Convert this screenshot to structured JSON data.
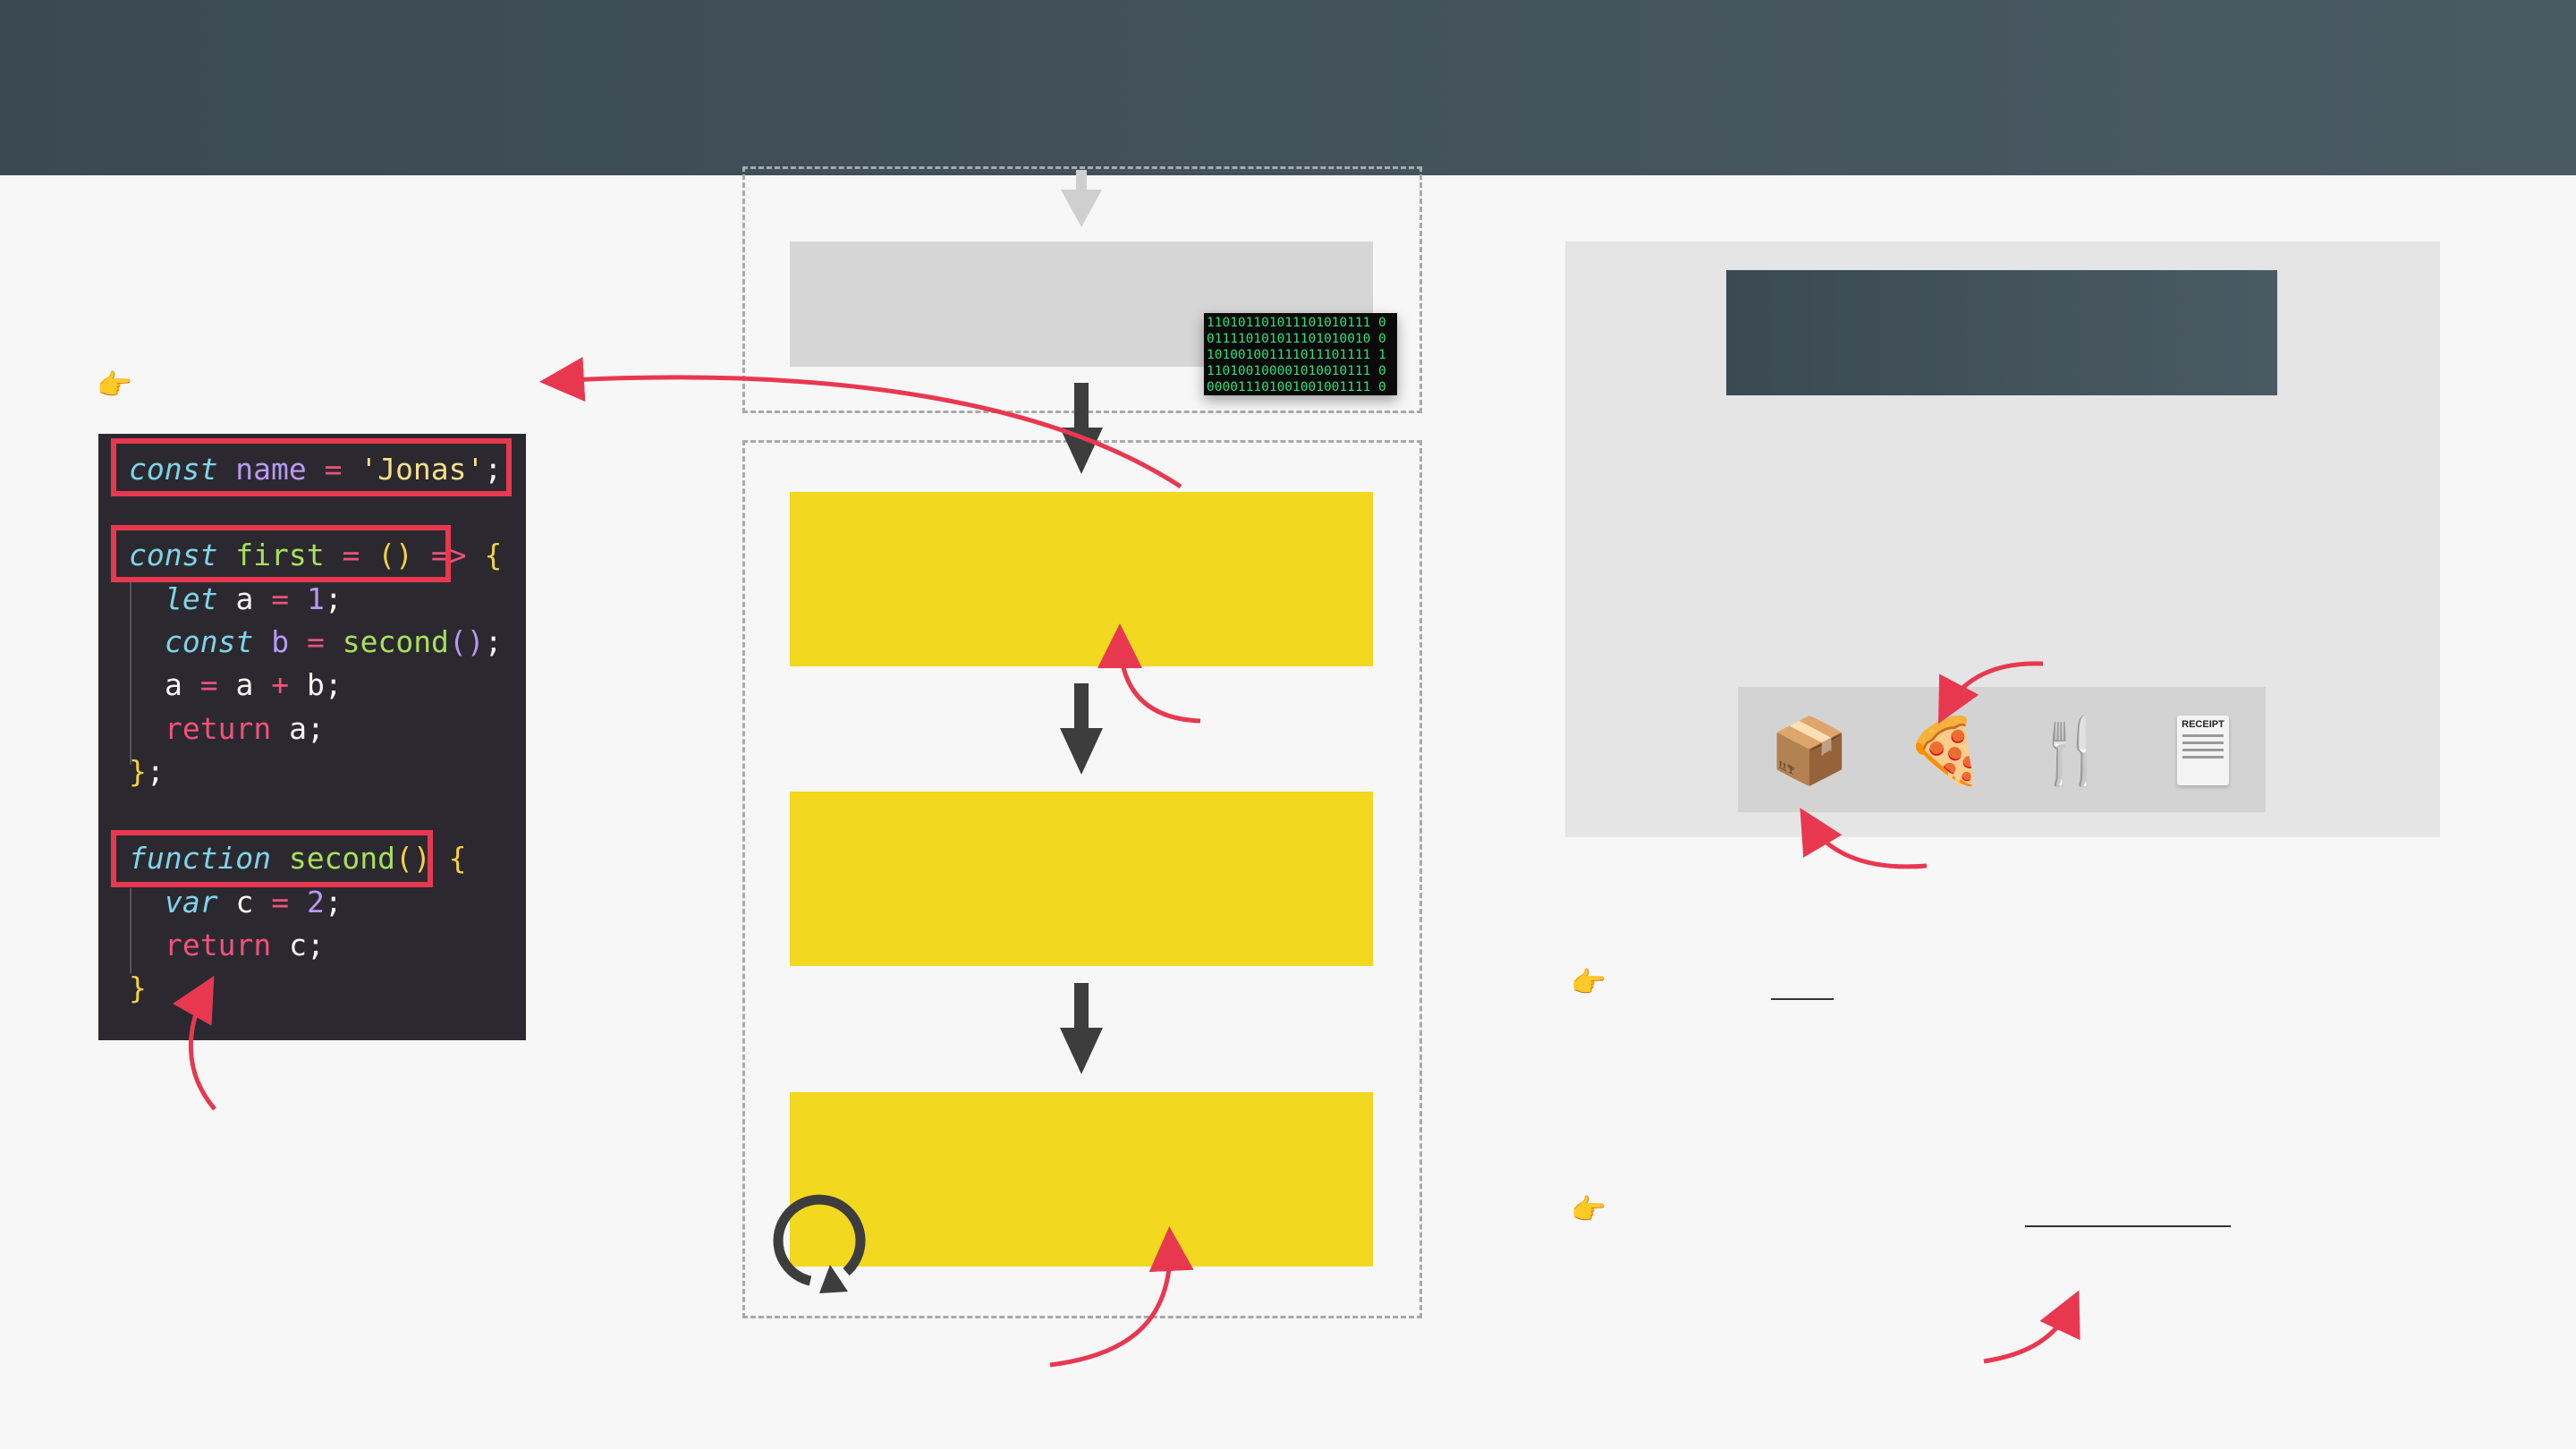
{
  "header": {},
  "code": {
    "line1": {
      "kw": "const",
      "name": "name",
      "eq": "=",
      "str": "'Jonas'",
      "semi": ";"
    },
    "line2": {
      "kw": "const",
      "name": "first",
      "eq": "=",
      "parens": "()",
      "arrow": "=>",
      "brace": "{"
    },
    "line3": {
      "kw": "let",
      "name": "a",
      "eq": "=",
      "num": "1",
      "semi": ";"
    },
    "line4": {
      "kw": "const",
      "name": "b",
      "eq": "=",
      "call": "second",
      "parens": "()",
      "semi": ";"
    },
    "line5": {
      "a1": "a",
      "eq": "=",
      "a2": "a",
      "plus": "+",
      "b": "b",
      "semi": ";"
    },
    "line6": {
      "ret": "return",
      "name": "a",
      "semi": ";"
    },
    "line7": {
      "brace": "}",
      "semi": ";"
    },
    "line8": {
      "kw": "function",
      "name": "second",
      "parens": "()",
      "brace": "{"
    },
    "line9": {
      "kw": "var",
      "name": "c",
      "eq": "=",
      "num": "2",
      "semi": ";"
    },
    "line10": {
      "ret": "return",
      "name": "c",
      "semi": ";"
    },
    "line11": {
      "brace": "}"
    }
  },
  "binary": {
    "rows": [
      "110101101011101010111 0",
      "011110101011101010010 0",
      "101001001111011101111 1",
      "110100100001010010111 0",
      "000011101001001001111 0"
    ]
  },
  "icons": {
    "hand": "pointing-hand-icon",
    "package": "📦",
    "pizza": "🍕",
    "cutlery": "🍴",
    "receipt_title": "RECEIPT"
  },
  "colors": {
    "header": "#3b4a52",
    "accent_red": "#e8384f",
    "yellow": "#f2d81e",
    "code_bg": "#2b292f"
  }
}
